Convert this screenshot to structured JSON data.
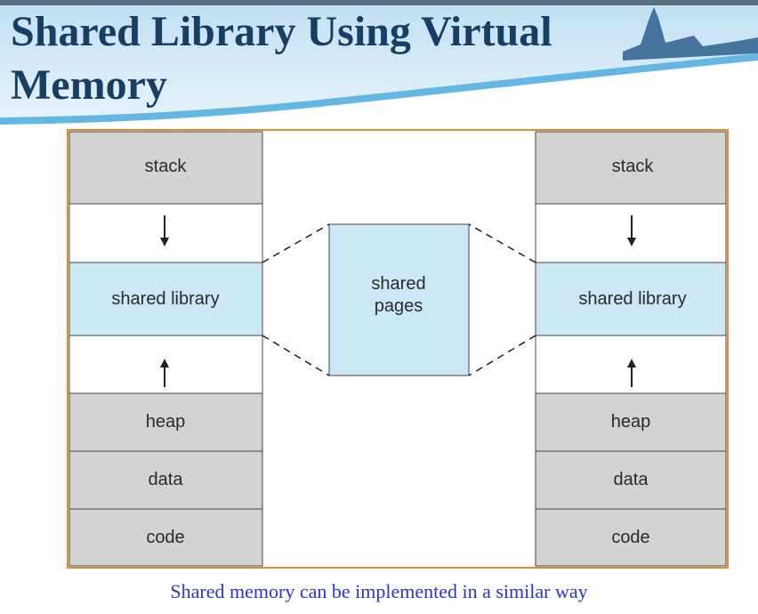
{
  "slide": {
    "title_line1": "Shared Library Using Virtual",
    "title_line2": "Memory",
    "caption": "Shared memory can be implemented in a similar way"
  },
  "diagram": {
    "left_process": {
      "stack": "stack",
      "shared_library": "shared library",
      "heap": "heap",
      "data": "data",
      "code": "code"
    },
    "right_process": {
      "stack": "stack",
      "shared_library": "shared library",
      "heap": "heap",
      "data": "data",
      "code": "code"
    },
    "shared_pages_line1": "shared",
    "shared_pages_line2": "pages"
  },
  "colors": {
    "title": "#163f63",
    "caption": "#2c35c9",
    "segment_gray": "#d3d3d3",
    "shared_blue": "#cce8f7",
    "frame_orange": "#e0902a"
  }
}
